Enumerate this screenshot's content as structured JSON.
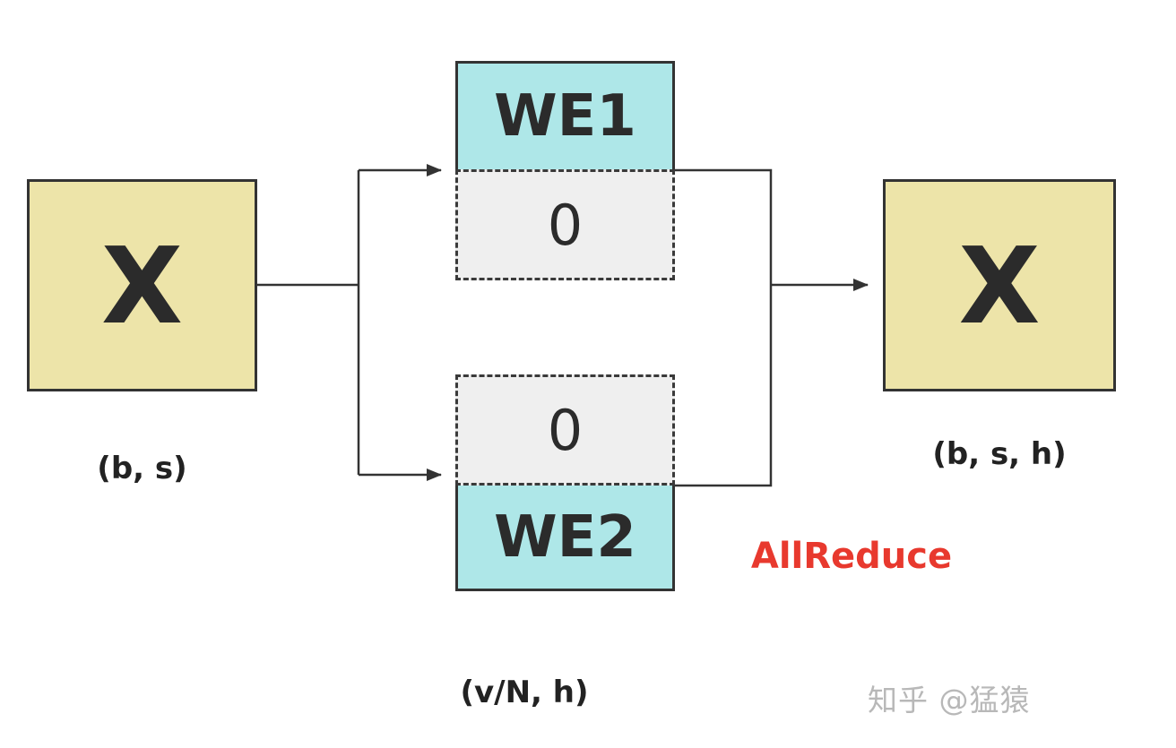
{
  "diagram": {
    "left_box": {
      "label": "X",
      "shape_label": "(b, s)"
    },
    "top_block": {
      "we_label": "WE1",
      "zero_label": "0"
    },
    "bottom_block": {
      "zero_label": "0",
      "we_label": "WE2"
    },
    "right_box": {
      "label": "X",
      "shape_label": "(b, s, h)"
    },
    "allreduce_label": "AllReduce",
    "we_shape_label": "(v/N, h)",
    "watermark": "知乎 @猛猿",
    "colors": {
      "canvas_bg": "#ffffff",
      "box_yellow": "#ede4a9",
      "box_cyan": "#aee7e8",
      "box_gray": "#efefef",
      "line_dark": "#333333",
      "allreduce_red": "#e8392e",
      "watermark_gray": "#b8b8b8"
    }
  }
}
